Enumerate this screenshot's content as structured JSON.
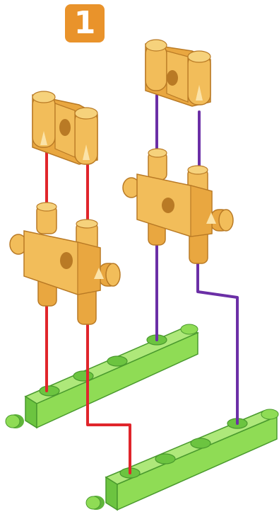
{
  "step": {
    "number": "1",
    "badge_color": "#e9932b"
  },
  "colors": {
    "connector_orange": "#f2bd5a",
    "connector_orange_dark": "#d79a36",
    "rod_green": "#8fdc55",
    "rod_green_dark": "#5fb53a",
    "guide_red": "#e0252b",
    "guide_purple": "#6b2fa6"
  },
  "parts": [
    {
      "name": "top-clip-left",
      "kind": "clip"
    },
    {
      "name": "top-clip-right",
      "kind": "clip"
    },
    {
      "name": "cross-block-left",
      "kind": "cross-connector"
    },
    {
      "name": "cross-block-right",
      "kind": "cross-connector"
    },
    {
      "name": "green-rod-upper",
      "kind": "rod"
    },
    {
      "name": "green-rod-lower",
      "kind": "rod"
    }
  ]
}
